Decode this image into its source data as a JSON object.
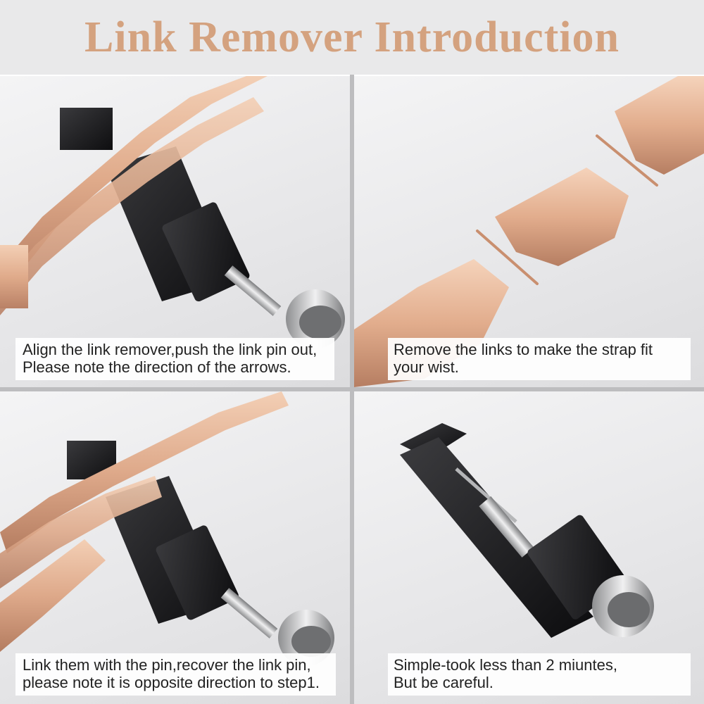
{
  "header": {
    "title": "Link Remover Introduction"
  },
  "colors": {
    "title": "#d4a27f",
    "rose_gold": "#e3b292",
    "tool_black": "#1d1d1f",
    "steel": "#c7c8ca"
  },
  "steps": [
    {
      "line1": "Align the link remover,push the link pin out,",
      "line2": "Please note the direction of the arrows."
    },
    {
      "line1": "Remove the links to make the strap fit",
      "line2": "your wist."
    },
    {
      "line1": "Link them with the pin,recover the link pin,",
      "line2": "please note it is opposite direction to step1."
    },
    {
      "line1": "Simple-took less than 2 miuntes,",
      "line2": "But be careful."
    }
  ]
}
